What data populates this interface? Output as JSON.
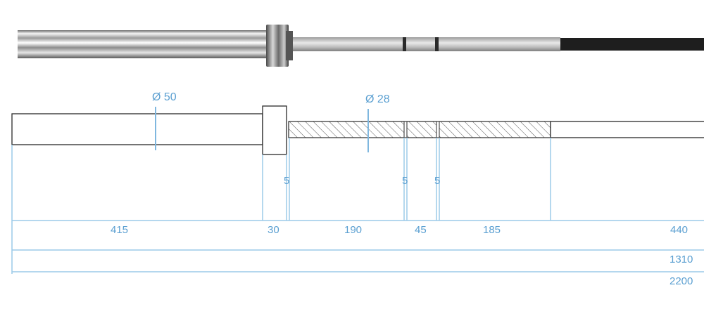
{
  "diameters": {
    "sleeve": "Ø 50",
    "shaft": "Ø 28"
  },
  "marks": {
    "ring_left": "5",
    "ring_mid": "5",
    "ring_right": "5"
  },
  "dimensions": {
    "row1": [
      "415",
      "30",
      "190",
      "45",
      "185",
      "440"
    ],
    "total_mid": "1310",
    "total_full": "2200"
  },
  "colors": {
    "dimension_blue": "#5a9fd1",
    "outline": "#2a2a2a",
    "black_shaft": "#1e1e1e"
  }
}
